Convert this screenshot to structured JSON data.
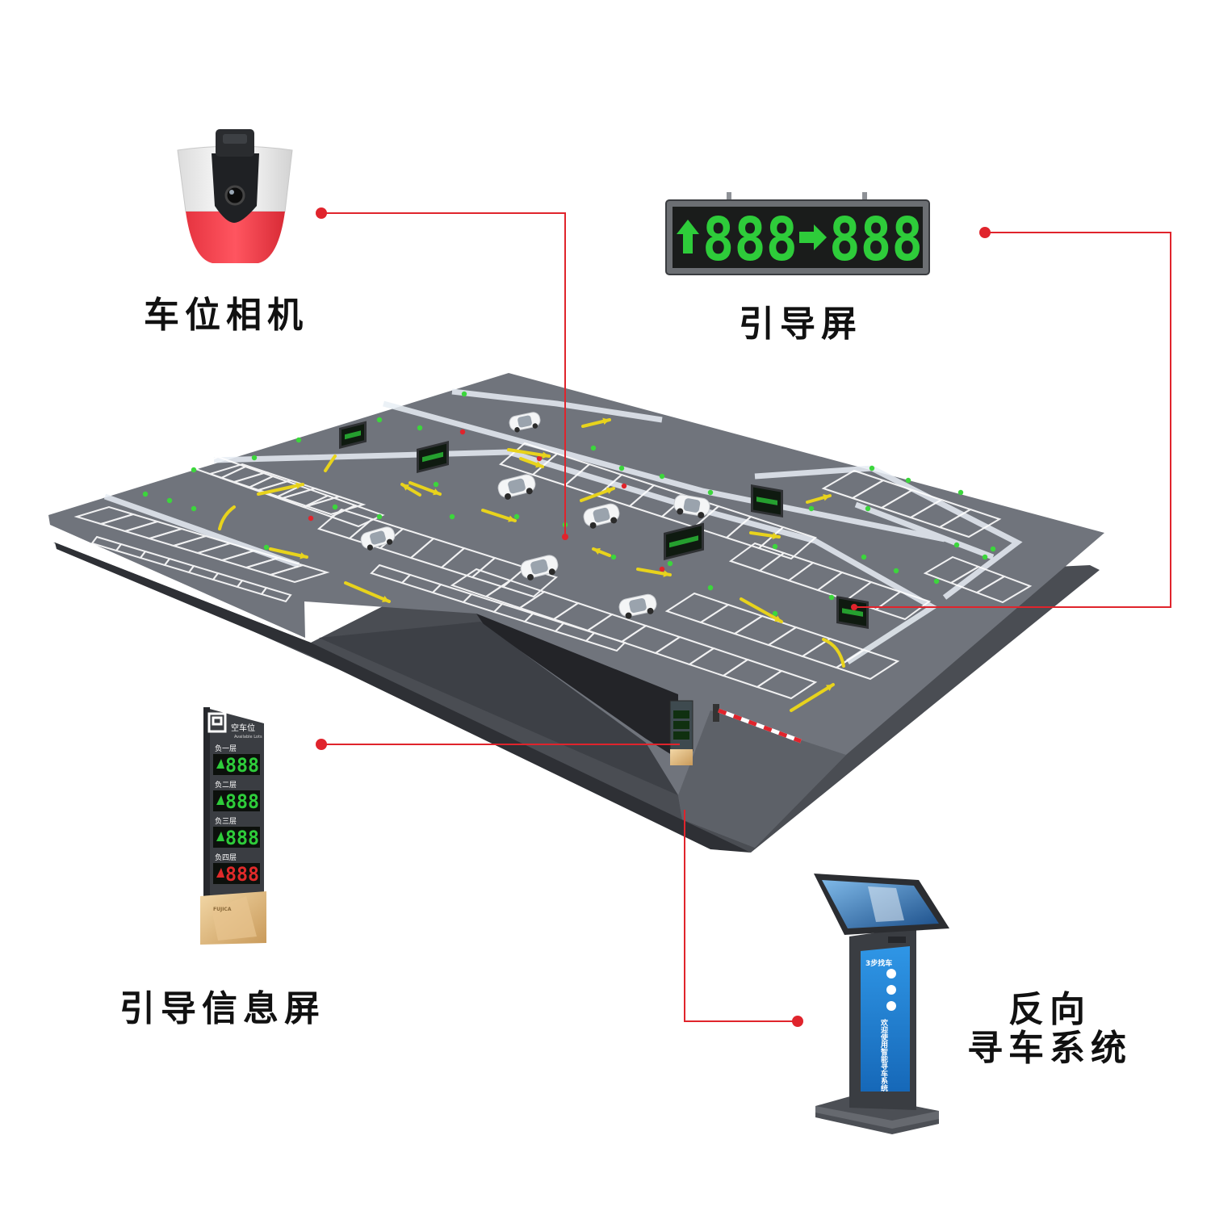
{
  "labels": {
    "camera": "车位相机",
    "guide_screen": "引导屏",
    "info_screen": "引导信息屏",
    "search_system_line1": "反向",
    "search_system_line2": "寻车系统"
  },
  "guide_screen_display": {
    "left_digits": "888",
    "right_digits": "888"
  },
  "info_screen": {
    "header_cn": "空车位",
    "header_en": "Available Lots",
    "floors": [
      {
        "name": "负一层",
        "value": "888",
        "color": "#2ecc3a"
      },
      {
        "name": "负二层",
        "value": "888",
        "color": "#2ecc3a"
      },
      {
        "name": "负三层",
        "value": "888",
        "color": "#2ecc3a"
      },
      {
        "name": "负四层",
        "value": "888",
        "color": "#e02a2a"
      }
    ],
    "brand": "FUJICA"
  },
  "kiosk": {
    "steps_title": "3步找车",
    "welcome_text": "欢迎使用智能寻车系统"
  },
  "colors": {
    "leader_line": "#e0242c",
    "floor": "#6f737b",
    "led_green": "#2ecc3a",
    "led_red": "#e02a2a",
    "kiosk_blue": "#1f7fd0"
  }
}
